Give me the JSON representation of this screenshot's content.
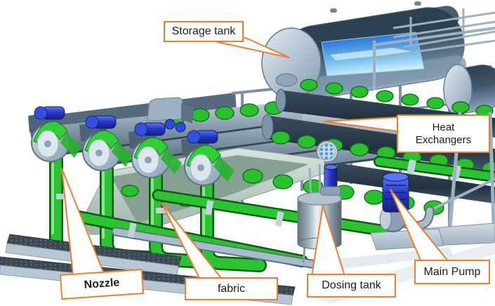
{
  "figure": {
    "title": "Fabric dyeing machine 3D diagram",
    "background": "#ffffff"
  },
  "colors": {
    "callout_border": "#ED7D31",
    "callout_fill": "#ffffff",
    "callout_text": "#1c1c1c",
    "steel_light": "#c2cfd9",
    "steel_mid": "#7e93a4",
    "steel_dark": "#2e4154",
    "fabric_green": "#2bc332",
    "motor_blue": "#2335c4",
    "liquid_blue": "#3b85dd"
  },
  "labels": [
    {
      "id": "storage-tank",
      "text": "Storage tank"
    },
    {
      "id": "heat-exchangers",
      "text": "Heat Exchangers",
      "lines": [
        "Heat",
        "Exchangers"
      ]
    },
    {
      "id": "nozzle",
      "text": "Nozzle"
    },
    {
      "id": "fabric",
      "text": "fabric"
    },
    {
      "id": "dosing-tank",
      "text": "Dosing tank"
    },
    {
      "id": "main-pump",
      "text": "Main Pump"
    }
  ]
}
